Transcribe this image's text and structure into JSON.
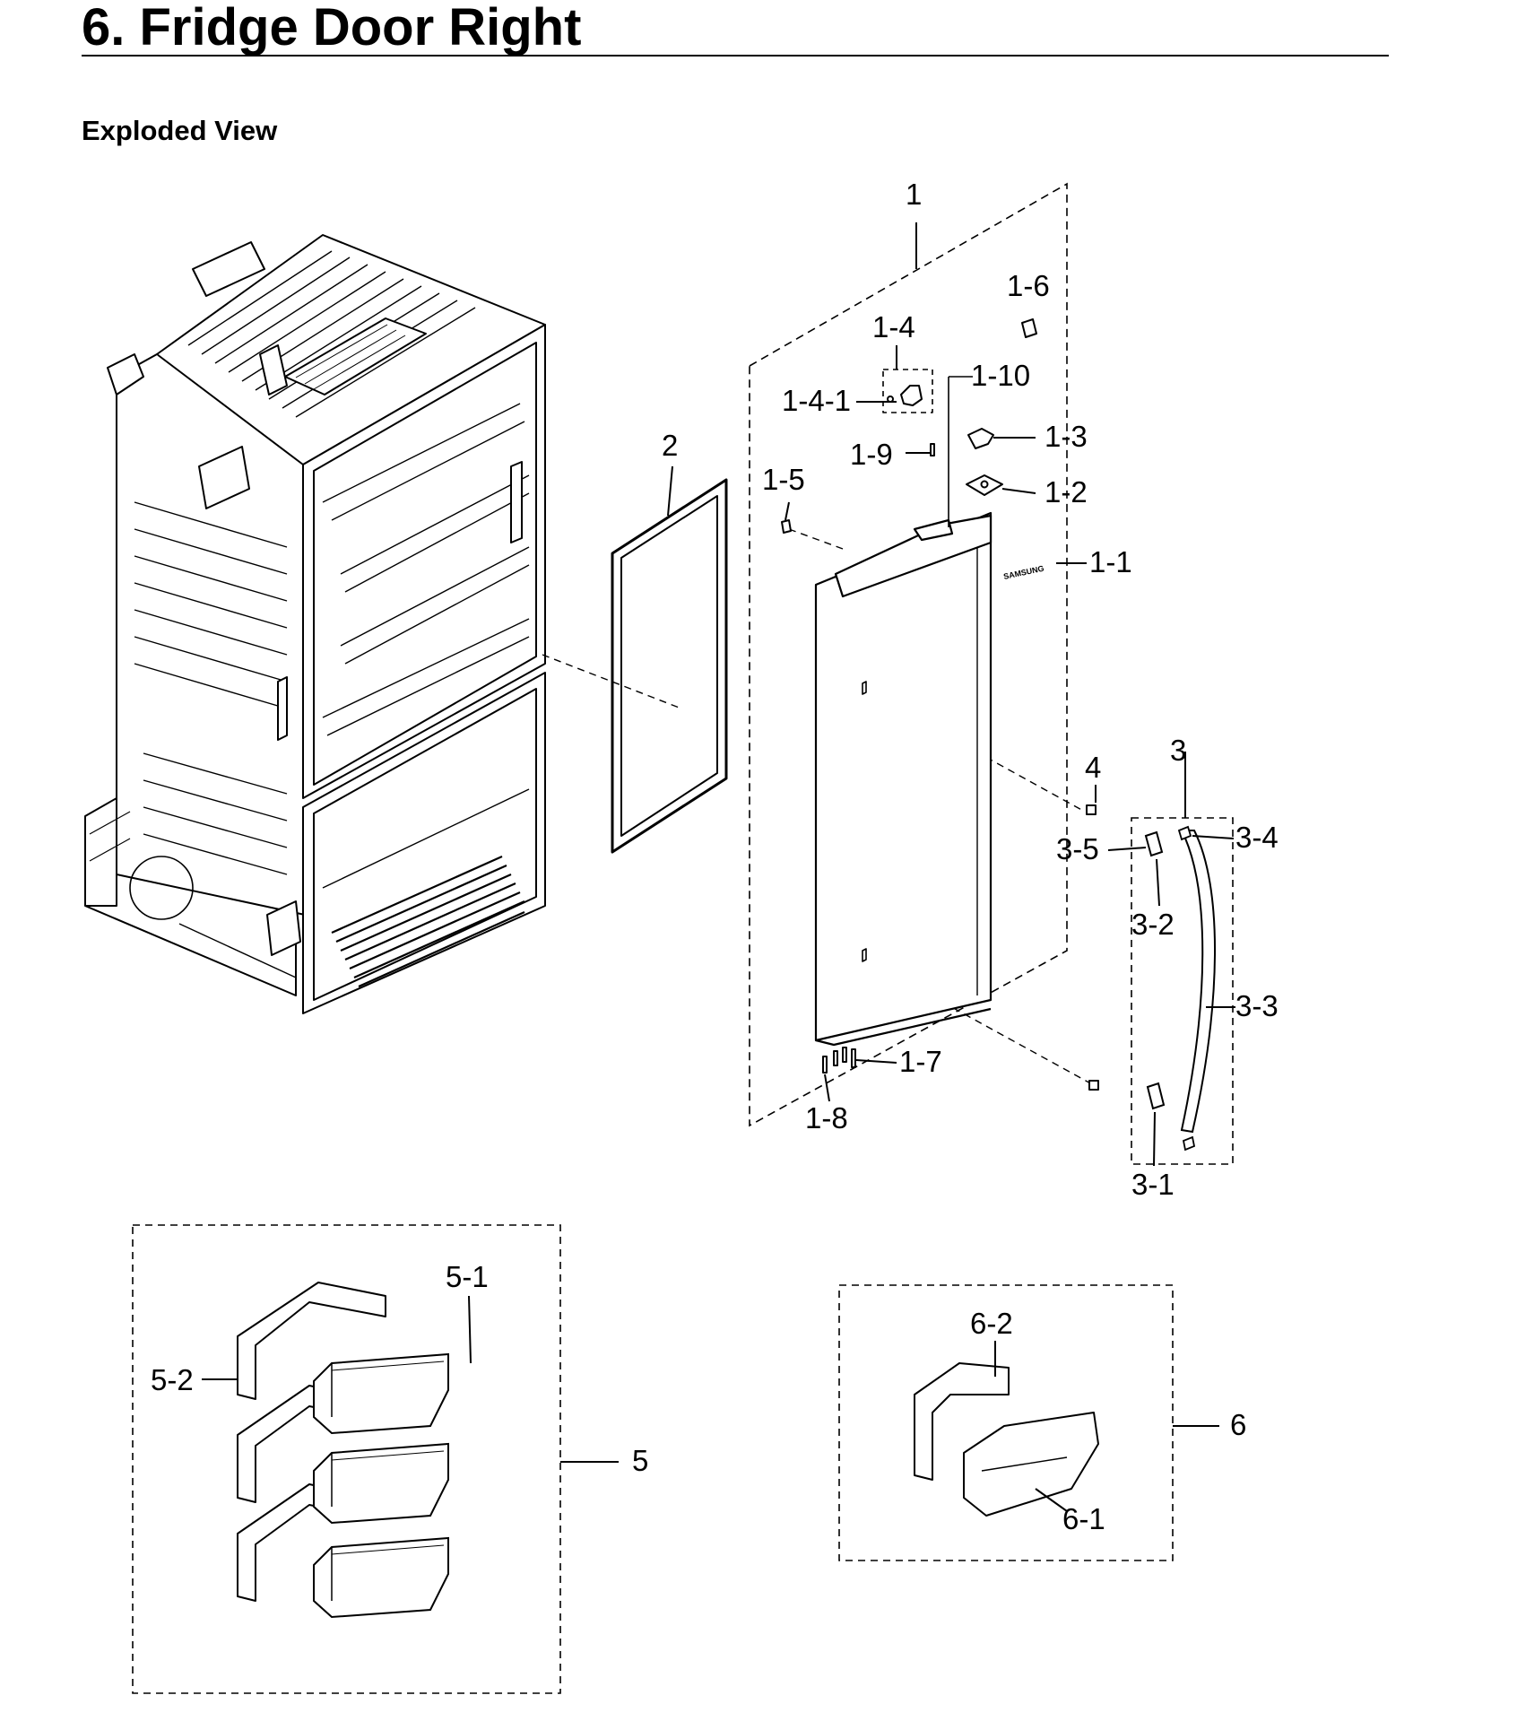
{
  "title": "6.  Fridge Door Right",
  "section": "Exploded View",
  "brand_mark": "SAMSUNG",
  "callouts": [
    {
      "id": "c-1",
      "text": "1"
    },
    {
      "id": "c-1-6",
      "text": "1-6"
    },
    {
      "id": "c-1-4",
      "text": "1-4"
    },
    {
      "id": "c-1-4-1",
      "text": "1-4-1"
    },
    {
      "id": "c-1-10",
      "text": "1-10"
    },
    {
      "id": "c-1-3",
      "text": "1-3"
    },
    {
      "id": "c-1-9",
      "text": "1-9"
    },
    {
      "id": "c-1-2",
      "text": "1-2"
    },
    {
      "id": "c-1-5",
      "text": "1-5"
    },
    {
      "id": "c-2",
      "text": "2"
    },
    {
      "id": "c-1-1",
      "text": "1-1"
    },
    {
      "id": "c-4",
      "text": "4"
    },
    {
      "id": "c-3",
      "text": "3"
    },
    {
      "id": "c-3-5",
      "text": "3-5"
    },
    {
      "id": "c-3-4",
      "text": "3-4"
    },
    {
      "id": "c-3-2",
      "text": "3-2"
    },
    {
      "id": "c-3-3",
      "text": "3-3"
    },
    {
      "id": "c-1-7",
      "text": "1-7"
    },
    {
      "id": "c-1-8",
      "text": "1-8"
    },
    {
      "id": "c-3-1",
      "text": "3-1"
    },
    {
      "id": "c-5-1",
      "text": "5-1"
    },
    {
      "id": "c-5-2",
      "text": "5-2"
    },
    {
      "id": "c-5",
      "text": "5"
    },
    {
      "id": "c-6-2",
      "text": "6-2"
    },
    {
      "id": "c-6",
      "text": "6"
    },
    {
      "id": "c-6-1",
      "text": "6-1"
    }
  ]
}
